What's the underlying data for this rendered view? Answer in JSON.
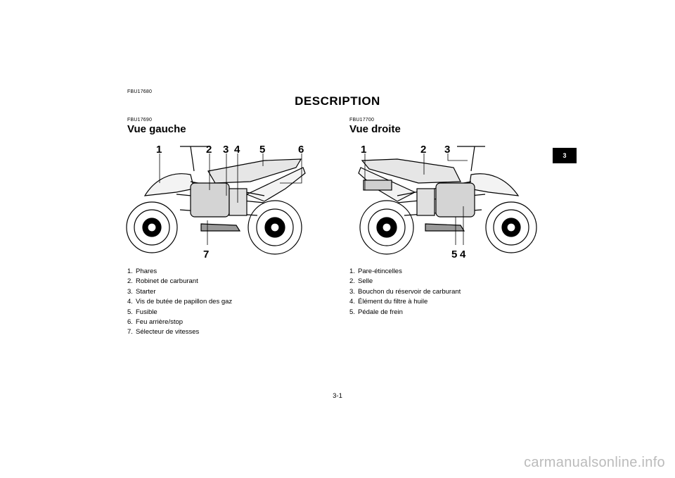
{
  "header": {
    "code": "FBU17680",
    "title": "DESCRIPTION",
    "chapter_tab": "3"
  },
  "left": {
    "code": "FBU17690",
    "title": "Vue gauche",
    "callouts": [
      "1",
      "2",
      "3",
      "4",
      "5",
      "6",
      "7"
    ],
    "legend": [
      {
        "num": "1.",
        "label": "Phares"
      },
      {
        "num": "2.",
        "label": "Robinet de carburant"
      },
      {
        "num": "3.",
        "label": "Starter"
      },
      {
        "num": "4.",
        "label": "Vis de butée de papillon des gaz"
      },
      {
        "num": "5.",
        "label": "Fusible"
      },
      {
        "num": "6.",
        "label": "Feu arrière/stop"
      },
      {
        "num": "7.",
        "label": "Sélecteur de vitesses"
      }
    ]
  },
  "right": {
    "code": "FBU17700",
    "title": "Vue droite",
    "callouts": [
      "1",
      "2",
      "3",
      "5",
      "4"
    ],
    "legend": [
      {
        "num": "1.",
        "label": "Pare-étincelles"
      },
      {
        "num": "2.",
        "label": "Selle"
      },
      {
        "num": "3.",
        "label": "Bouchon du réservoir de carburant"
      },
      {
        "num": "4.",
        "label": "Élément du filtre à huile"
      },
      {
        "num": "5.",
        "label": "Pédale de frein"
      }
    ]
  },
  "footer": {
    "page_number": "3-1",
    "watermark": "carmanualsonline.info"
  }
}
